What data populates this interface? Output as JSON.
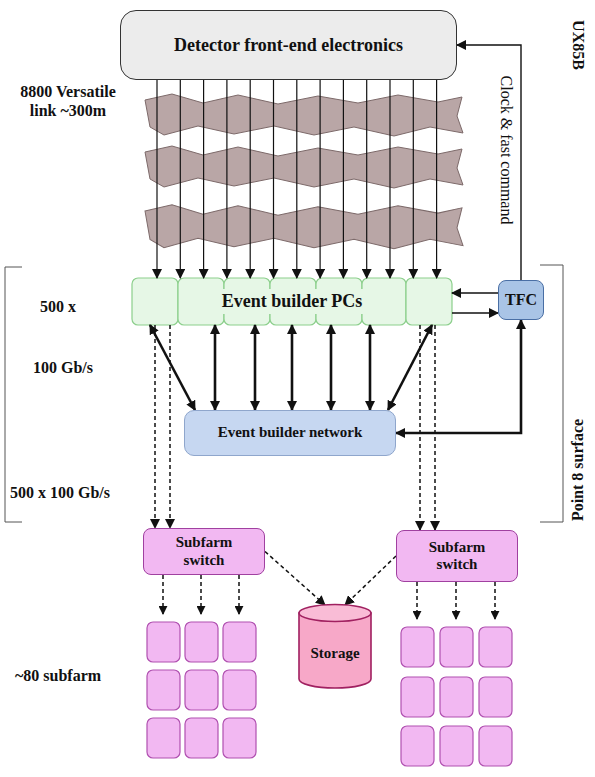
{
  "diagram": {
    "nodes": [
      {
        "text": [
          "Detector front-end electronics"
        ]
      },
      {
        "text": [
          "Event builder PCs"
        ]
      },
      {
        "text": [
          "TFC"
        ]
      },
      {
        "text": [
          "Event builder network"
        ]
      },
      {
        "text": [
          "Subfarm switch"
        ]
      },
      {
        "text": [
          "Subfarm switch"
        ]
      },
      {
        "text": [
          "Storage"
        ]
      }
    ],
    "edges": [
      {
        "from": 0,
        "to": 1,
        "arrow": "to"
      },
      {
        "from": 2,
        "to": 0,
        "arrow": "to",
        "label": "Clock & fast command"
      },
      {
        "from": 2,
        "to": 1,
        "arrow": "to"
      },
      {
        "from": 1,
        "to": 2,
        "arrow": "to"
      },
      {
        "from": 1,
        "to": 3,
        "arrow": "both"
      },
      {
        "from": 2,
        "to": 3,
        "arrow": "both"
      },
      {
        "from": 1,
        "to": 4,
        "arrow": "to"
      },
      {
        "from": 1,
        "to": 5,
        "arrow": "to"
      },
      {
        "from": 4,
        "to": 6,
        "arrow": "to"
      },
      {
        "from": 5,
        "to": 6,
        "arrow": "to"
      }
    ],
    "labels": [
      "UX85B",
      "8800 Versatile link ~300m",
      "500 x",
      "100 Gb/s",
      "500 x 100 Gb/s",
      "Point 8 surface",
      "~80 subfarm"
    ]
  }
}
